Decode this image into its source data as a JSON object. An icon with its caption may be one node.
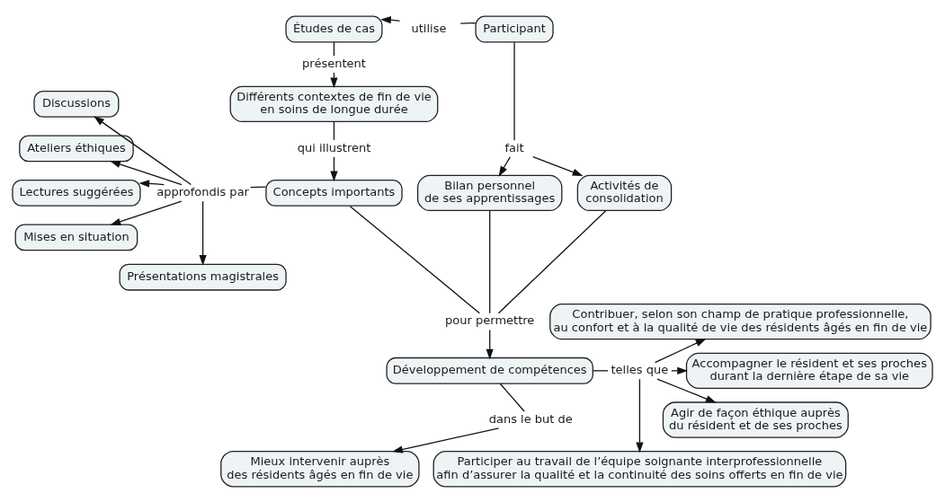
{
  "diagram": {
    "nodes": [
      {
        "text": [
          "Études de cas"
        ]
      },
      {
        "text": [
          "utilise"
        ]
      },
      {
        "text": [
          "Participant"
        ]
      },
      {
        "text": [
          "présentent"
        ]
      },
      {
        "text": [
          "fait"
        ]
      },
      {
        "text": [
          "Différents contextes de fin de vie en soins de longue durée"
        ]
      },
      {
        "text": [
          "qui illustrent"
        ]
      },
      {
        "text": [
          "Discussions"
        ]
      },
      {
        "text": [
          "Ateliers éthiques"
        ]
      },
      {
        "text": [
          "Lectures suggérées"
        ]
      },
      {
        "text": [
          "approfondis par"
        ]
      },
      {
        "text": [
          "Concepts importants"
        ]
      },
      {
        "text": [
          "Bilan personnel de ses apprentissages"
        ]
      },
      {
        "text": [
          "Activités de consolidation"
        ]
      },
      {
        "text": [
          "Mises en situation"
        ]
      },
      {
        "text": [
          "Présentations magistrales"
        ]
      },
      {
        "text": [
          "pour permettre"
        ]
      },
      {
        "text": [
          "Contribuer, selon son champ de pratique professionnelle, au confort et à la qualité de vie des résidents âgés en fin de vie"
        ]
      },
      {
        "text": [
          "Accompagner le résident et ses proches durant la dernière étape de sa vie"
        ]
      },
      {
        "text": [
          "Développement de compétences"
        ]
      },
      {
        "text": [
          "telles que"
        ]
      },
      {
        "text": [
          "Agir de façon éthique auprès du résident et de ses proches"
        ]
      },
      {
        "text": [
          "dans le but de"
        ]
      },
      {
        "text": [
          "Participer au travail de l’équipe soignante interprofessionnelle afin d’assurer la qualité et la continuité des soins offerts en fin de vie"
        ]
      },
      {
        "text": [
          "Mieux intervenir auprès des résidents âgés en fin de vie"
        ]
      }
    ],
    "edges": [
      {
        "from": 2,
        "to": 1,
        "arrow": "none"
      },
      {
        "from": 1,
        "to": 0,
        "arrow": "to"
      },
      {
        "from": 0,
        "to": 3,
        "arrow": "none"
      },
      {
        "from": 3,
        "to": 5,
        "arrow": "to"
      },
      {
        "from": 2,
        "to": 4,
        "arrow": "none"
      },
      {
        "from": 4,
        "to": 12,
        "arrow": "to"
      },
      {
        "from": 4,
        "to": 13,
        "arrow": "to"
      },
      {
        "from": 5,
        "to": 6,
        "arrow": "none"
      },
      {
        "from": 6,
        "to": 11,
        "arrow": "to"
      },
      {
        "from": 11,
        "to": 10,
        "arrow": "none"
      },
      {
        "from": 10,
        "to": 7,
        "arrow": "to"
      },
      {
        "from": 10,
        "to": 8,
        "arrow": "to"
      },
      {
        "from": 10,
        "to": 9,
        "arrow": "to"
      },
      {
        "from": 10,
        "to": 14,
        "arrow": "to"
      },
      {
        "from": 10,
        "to": 15,
        "arrow": "to"
      },
      {
        "from": 11,
        "to": 16,
        "arrow": "none"
      },
      {
        "from": 12,
        "to": 16,
        "arrow": "none"
      },
      {
        "from": 13,
        "to": 16,
        "arrow": "none"
      },
      {
        "from": 16,
        "to": 19,
        "arrow": "to"
      },
      {
        "from": 19,
        "to": 20,
        "arrow": "none"
      },
      {
        "from": 20,
        "to": 17,
        "arrow": "to"
      },
      {
        "from": 20,
        "to": 18,
        "arrow": "to"
      },
      {
        "from": 20,
        "to": 21,
        "arrow": "to"
      },
      {
        "from": 20,
        "to": 23,
        "arrow": "to"
      },
      {
        "from": 19,
        "to": 22,
        "arrow": "none"
      },
      {
        "from": 22,
        "to": 24,
        "arrow": "to"
      }
    ]
  }
}
